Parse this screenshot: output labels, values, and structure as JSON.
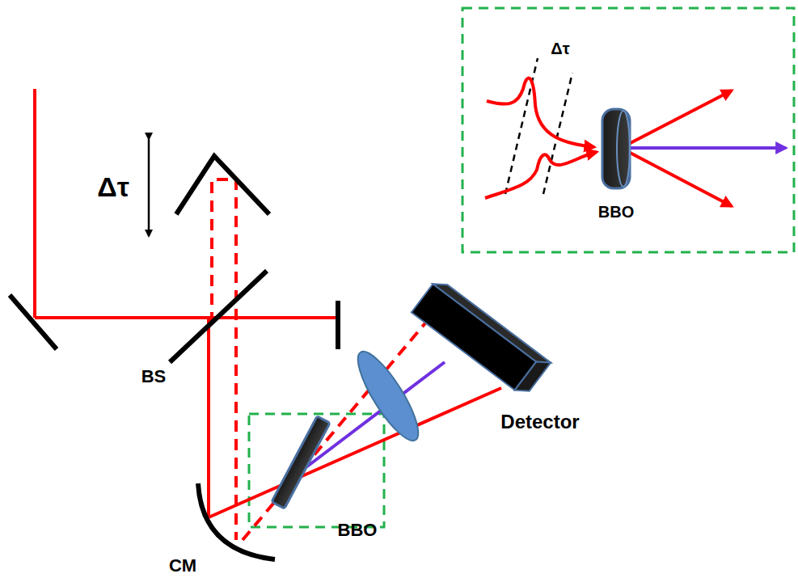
{
  "diagram": {
    "labels": [
      "Δτ",
      "BS",
      "Detector",
      "BBO",
      "CM",
      "Δτ",
      "BBO"
    ]
  }
}
